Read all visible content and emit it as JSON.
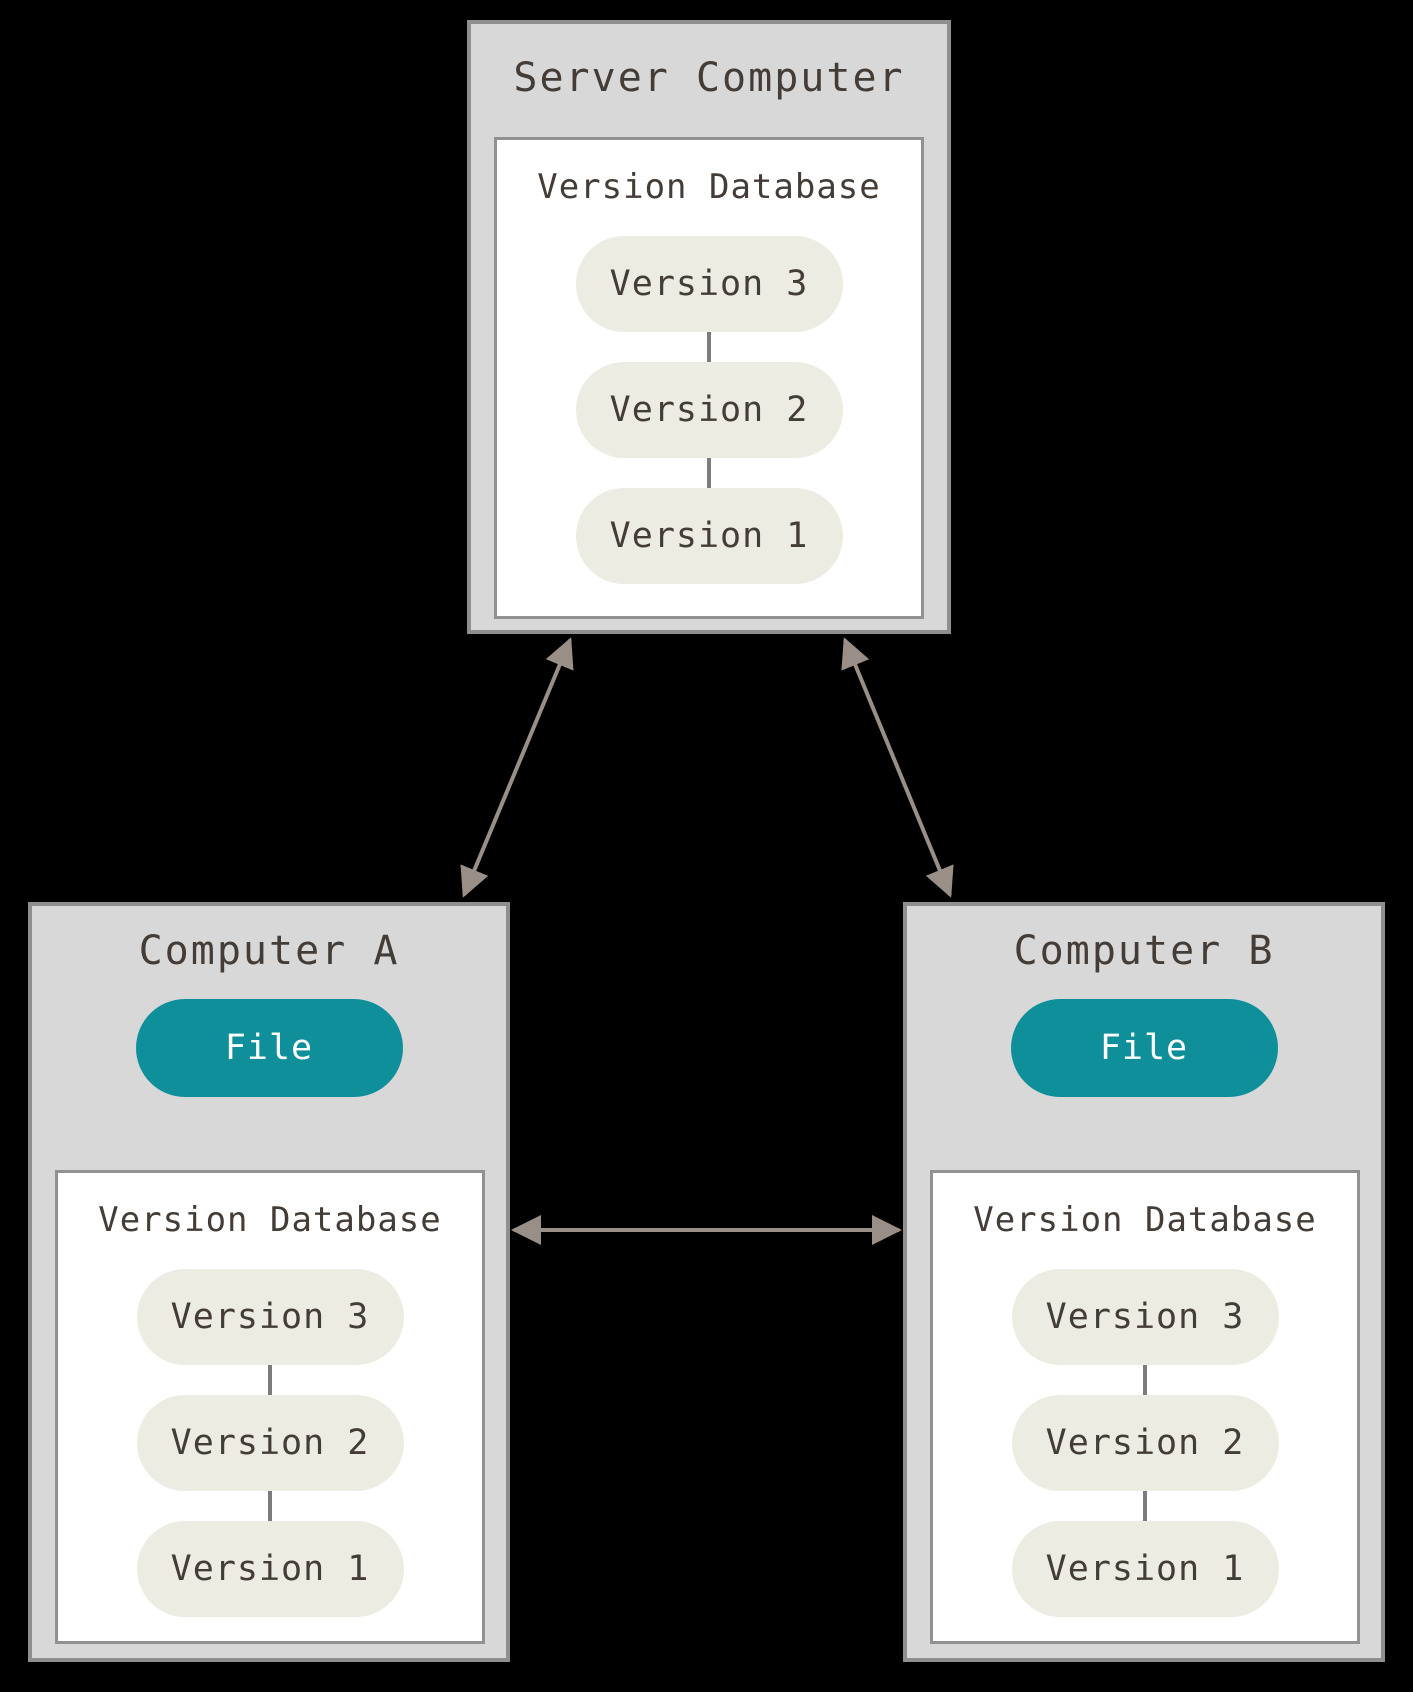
{
  "colors": {
    "background": "#000000",
    "box_fill": "#d8d8d8",
    "box_border": "#8f8f8f",
    "panel_fill": "#ffffff",
    "panel_border": "#919191",
    "pill_fill": "#edece3",
    "text_dark": "#443c36",
    "file_fill": "#0e8f9a",
    "file_text": "#ffffff",
    "arrow": "#998f86",
    "connector": "#7c7c7c"
  },
  "server": {
    "title": "Server Computer",
    "database_label": "Version Database",
    "versions": [
      "Version 3",
      "Version 2",
      "Version 1"
    ]
  },
  "computer_a": {
    "title": "Computer A",
    "file_label": "File",
    "database_label": "Version Database",
    "versions": [
      "Version 3",
      "Version 2",
      "Version 1"
    ]
  },
  "computer_b": {
    "title": "Computer B",
    "file_label": "File",
    "database_label": "Version Database",
    "versions": [
      "Version 3",
      "Version 2",
      "Version 1"
    ]
  }
}
